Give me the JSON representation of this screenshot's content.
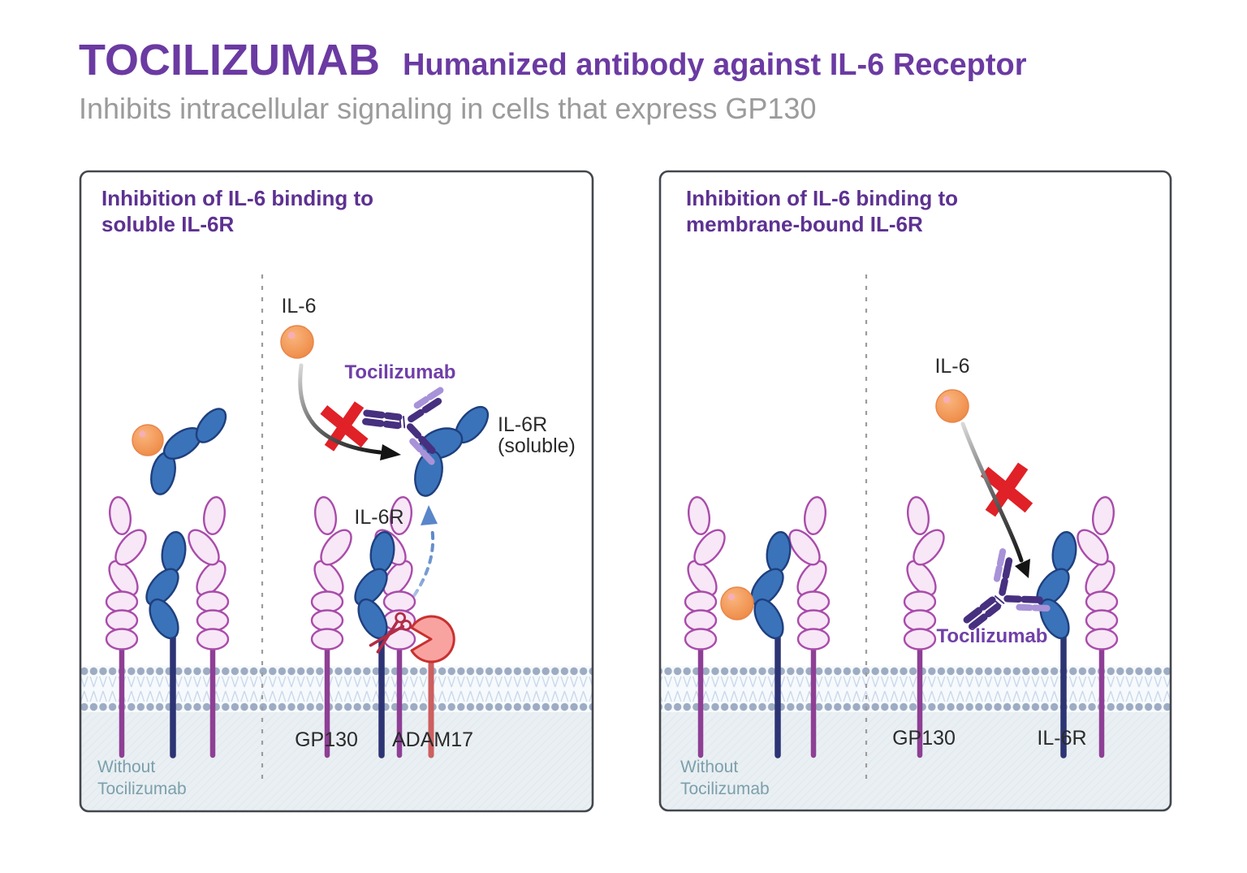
{
  "header": {
    "title": "TOCILIZUMAB",
    "subtitle": "Humanized antibody against IL-6 Receptor",
    "description": "Inhibits intracellular signaling in cells that express GP130"
  },
  "left_panel": {
    "title_line1": "Inhibition of IL-6 binding to",
    "title_line2": "soluble IL-6R",
    "labels": {
      "il6": "IL-6",
      "tocilizumab": "Tocilizumab",
      "il6r_soluble_line1": "IL-6R",
      "il6r_soluble_line2": "(soluble)",
      "il6r_membrane": "IL-6R",
      "gp130": "GP130",
      "adam17": "ADAM17",
      "without_line1": "Without",
      "without_line2": "Tocilizumab"
    }
  },
  "right_panel": {
    "title_line1": "Inhibition of IL-6 binding to",
    "title_line2": "membrane-bound IL-6R",
    "labels": {
      "il6": "IL-6",
      "tocilizumab": "Tocilizumab",
      "gp130": "GP130",
      "il6r": "IL-6R",
      "without_line1": "Without",
      "without_line2": "Tocilizumab"
    }
  },
  "colors": {
    "title_purple": "#6b3aa2",
    "panel_title_purple": "#5d3191",
    "tocilizumab_label_purple": "#7040a8",
    "description_gray": "#9b9b9b",
    "antibody_dark_purple": "#46307f",
    "antibody_light_purple": "#a892d8",
    "il6_orange": "#f2975a",
    "gp130_pink_fill": "#f8e7f7",
    "gp130_pink_stroke": "#a94caa",
    "il6r_blue_fill": "#3a73b9",
    "il6r_blue_stroke": "#1f3f7e",
    "adam17_fill": "#f9a3a1",
    "adam17_stroke": "#c9302f",
    "inhibition_x_red": "#e02127",
    "membrane_dot_blue": "#9dacc3",
    "without_label_blue": "#7c9fac",
    "cytoplasm_gray": "#e9eff2"
  }
}
